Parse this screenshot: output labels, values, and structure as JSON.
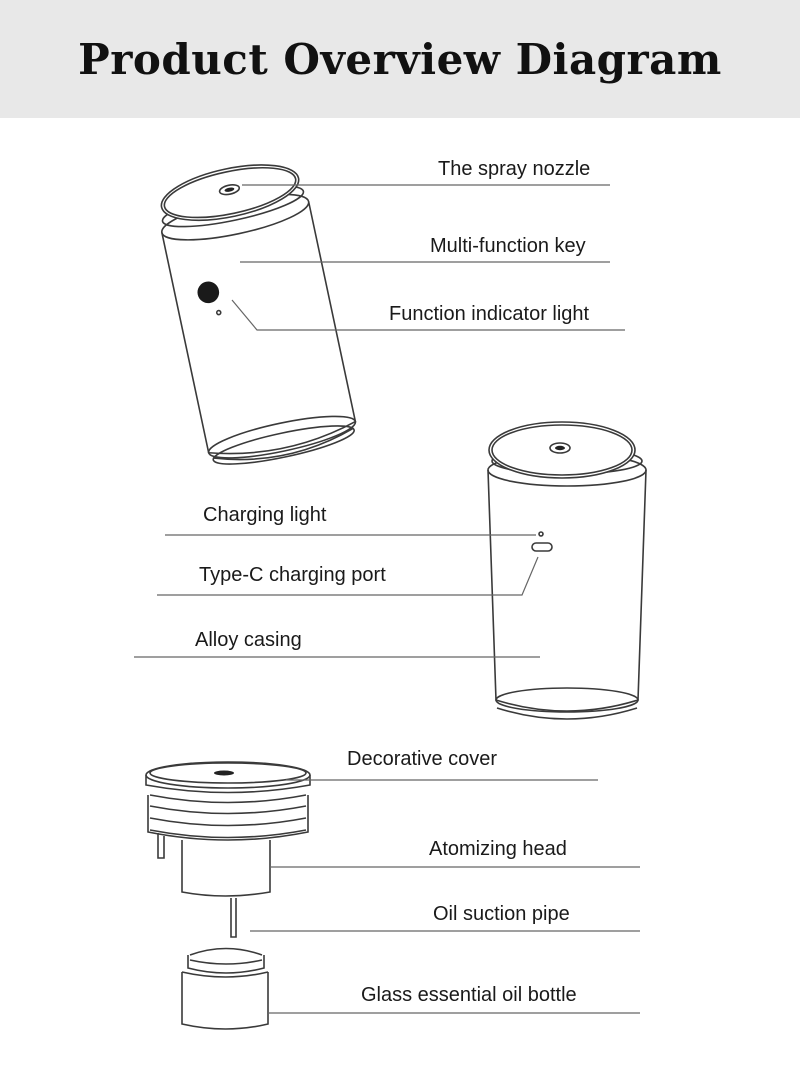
{
  "header": {
    "title": "Product Overview Diagram"
  },
  "labels": {
    "spray_nozzle": "The spray nozzle",
    "multi_function_key": "Multi-function key",
    "function_indicator_light": "Function indicator light",
    "charging_light": "Charging light",
    "type_c_port": "Type-C charging port",
    "alloy_casing": "Alloy casing",
    "decorative_cover": "Decorative cover",
    "atomizing_head": "Atomizing head",
    "oil_suction_pipe": "Oil suction pipe",
    "glass_oil_bottle": "Glass essential oil bottle"
  },
  "colors": {
    "header_bg": "#e8e8e8",
    "line": "#555555",
    "text": "#1a1a1a"
  }
}
